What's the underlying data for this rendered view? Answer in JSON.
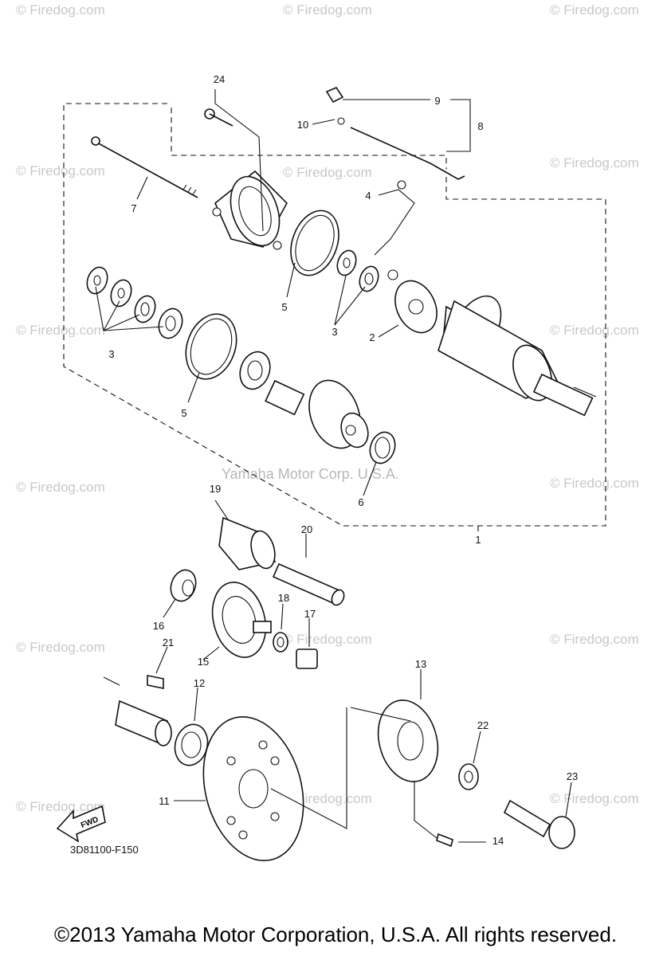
{
  "diagram_code": "3D81100-F150",
  "fwd_label": "FWD",
  "center_watermark": "Yamaha Motor Corp. U.S.A.",
  "site_watermark": "© Firedog.com",
  "copyright": "©2013 Yamaha Motor Corporation, U.S.A. All rights reserved.",
  "callouts": [
    "1",
    "2",
    "3",
    "3",
    "3",
    "4",
    "5",
    "5",
    "6",
    "7",
    "8",
    "9",
    "10",
    "11",
    "12",
    "13",
    "14",
    "15",
    "16",
    "17",
    "18",
    "19",
    "20",
    "21",
    "22",
    "23",
    "24"
  ]
}
